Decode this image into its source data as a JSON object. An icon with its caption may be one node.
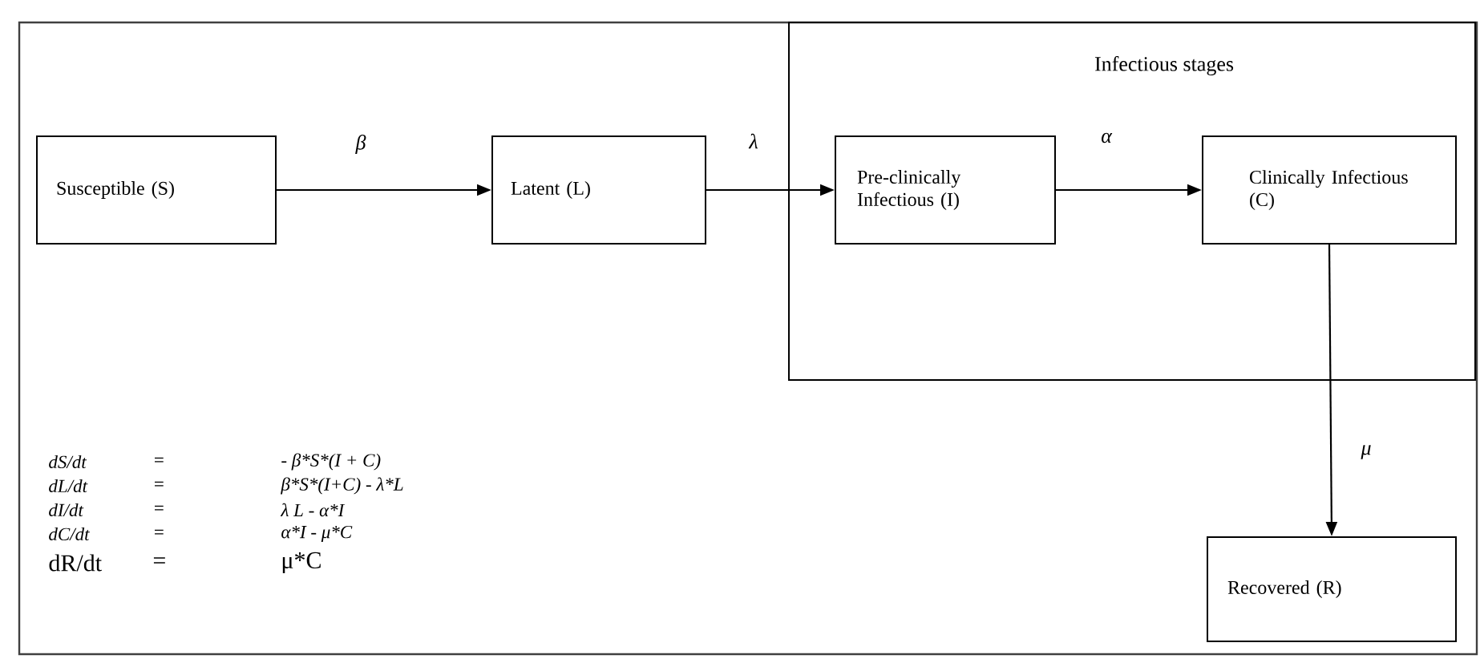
{
  "diagram": {
    "nodes": [
      {
        "text": [
          "Susceptible (S)"
        ]
      },
      {
        "text": [
          "Latent (L)"
        ]
      },
      {
        "text": [
          "Infectious stages"
        ]
      },
      {
        "text": [
          "Pre-clinically Infectious (I)"
        ],
        "in": 2
      },
      {
        "text": [
          "Clinically Infectious (C)"
        ],
        "in": 2
      },
      {
        "text": [
          "Recovered (R)"
        ]
      }
    ],
    "edges": [
      {
        "from": 0,
        "to": 1,
        "arrow": "to",
        "label": "β"
      },
      {
        "from": 1,
        "to": 3,
        "arrow": "to",
        "label": "λ"
      },
      {
        "from": 3,
        "to": 4,
        "arrow": "to",
        "label": "α"
      },
      {
        "from": 4,
        "to": 5,
        "arrow": "to",
        "label": "μ"
      }
    ],
    "labels": [
      "dS/dt",
      "=",
      "- β*S*(I + C)",
      "dL/dt",
      "=",
      "β*S*(I+C) - λ*L",
      "dI/dt",
      "=",
      "λ L - α*I",
      "dC/dt",
      "=",
      "α*I - μ*C",
      "dR/dt",
      "=",
      "μ*C"
    ]
  }
}
